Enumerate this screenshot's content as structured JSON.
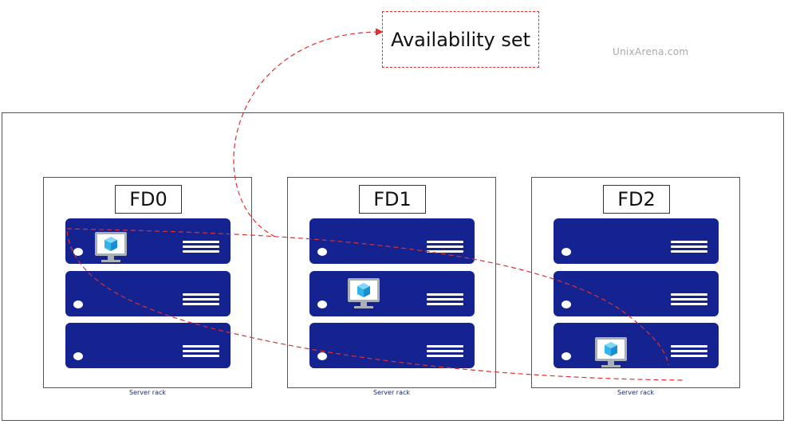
{
  "availability_set": {
    "label": "Availability set"
  },
  "watermark": "UnixArena.com",
  "racks": [
    {
      "fd": "FD0",
      "caption": "Server rack"
    },
    {
      "fd": "FD1",
      "caption": "Server rack"
    },
    {
      "fd": "FD2",
      "caption": "Server rack"
    }
  ],
  "icons": {
    "server": "rack-server-icon",
    "vm": "virtual-machine-icon"
  },
  "colors": {
    "server": "#14238f",
    "connector": "#e03030",
    "vm_cube": "#32b3ea",
    "vm_frame": "#a9b0b8"
  }
}
